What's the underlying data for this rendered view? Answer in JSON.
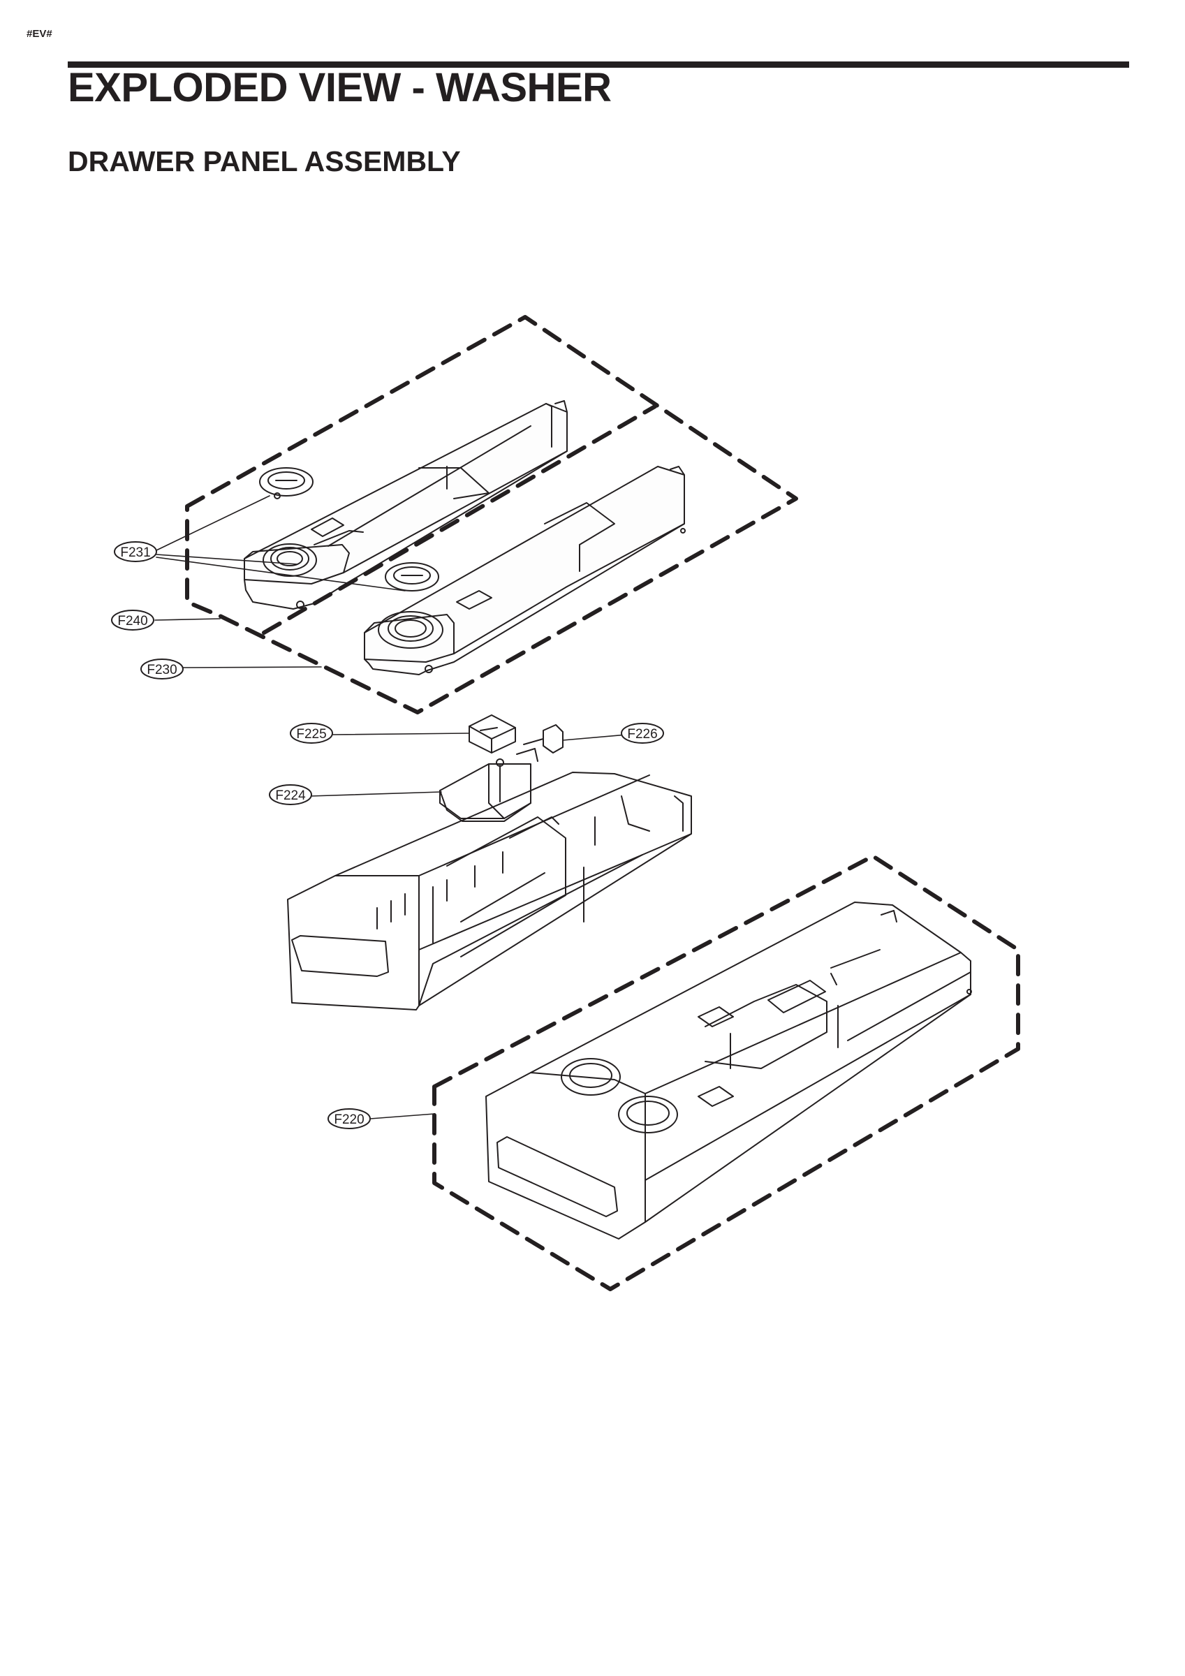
{
  "doc_code": "#EV#",
  "title": "EXPLODED VIEW - WASHER",
  "subtitle": "DRAWER PANEL ASSEMBLY",
  "callouts": {
    "f231": "F231",
    "f240": "F240",
    "f230": "F230",
    "f225": "F225",
    "f226": "F226",
    "f224": "F224",
    "f220": "F220"
  }
}
